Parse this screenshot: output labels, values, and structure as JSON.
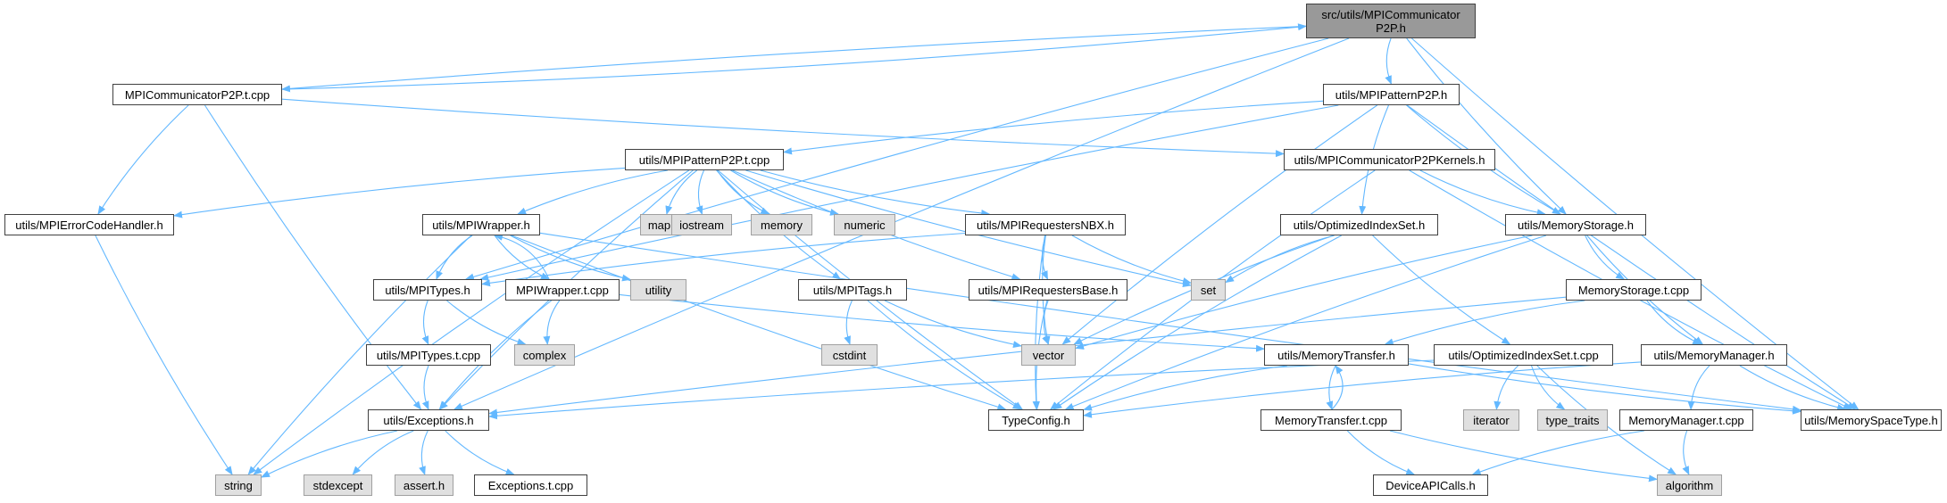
{
  "graph": {
    "edge_color": "#63b8ff",
    "root": "src/utils/MPICommunicator\nP2P.h",
    "nodes": {
      "root": "src/utils/MPICommunicator\nP2P.h",
      "mpicommp2p_tcpp": "MPICommunicatorP2P.t.cpp",
      "mpipatternp2p_h": "utils/MPIPatternP2P.h",
      "mpipatternp2p_tcpp": "utils/MPIPatternP2P.t.cpp",
      "mpicommp2pkernels_h": "utils/MPICommunicatorP2PKernels.h",
      "mpierrorcodehandler_h": "utils/MPIErrorCodeHandler.h",
      "mpiwrapper_h": "utils/MPIWrapper.h",
      "mpirequestersnbx_h": "utils/MPIRequestersNBX.h",
      "optimizedindexset_h": "utils/OptimizedIndexSet.h",
      "memorystorage_h": "utils/MemoryStorage.h",
      "mpitypes_h": "utils/MPITypes.h",
      "mpiwrapper_tcpp": "MPIWrapper.t.cpp",
      "mpitags_h": "utils/MPITags.h",
      "mpirequestersbase_h": "utils/MPIRequestersBase.h",
      "memorystorage_tcpp": "MemoryStorage.t.cpp",
      "mpitypes_tcpp": "utils/MPITypes.t.cpp",
      "memorytransfer_h": "utils/MemoryTransfer.h",
      "optimizedindexset_tcpp": "utils/OptimizedIndexSet.t.cpp",
      "memorymanager_h": "utils/MemoryManager.h",
      "exceptions_h": "utils/Exceptions.h",
      "typeconfig_h": "TypeConfig.h",
      "memorytransfer_tcpp": "MemoryTransfer.t.cpp",
      "memoryspacetype_h": "utils/MemorySpaceType.h",
      "memorymanager_tcpp": "MemoryManager.t.cpp",
      "exceptions_tcpp": "Exceptions.t.cpp",
      "deviceapicalls_h": "DeviceAPICalls.h",
      "sys_map": "map",
      "sys_iostream": "iostream",
      "sys_memory": "memory",
      "sys_numeric": "numeric",
      "sys_utility": "utility",
      "sys_set": "set",
      "sys_complex": "complex",
      "sys_cstdint": "cstdint",
      "sys_vector": "vector",
      "sys_iterator": "iterator",
      "sys_type_traits": "type_traits",
      "sys_string": "string",
      "sys_stdexcept": "stdexcept",
      "sys_assert_h": "assert.h",
      "sys_algorithm": "algorithm"
    },
    "edges": [
      [
        "root",
        "mpicommp2p_tcpp"
      ],
      [
        "mpicommp2p_tcpp",
        "root"
      ],
      [
        "root",
        "mpipatternp2p_h"
      ],
      [
        "root",
        "mpitypes_h"
      ],
      [
        "root",
        "memorystorage_h"
      ],
      [
        "root",
        "memoryspacetype_h"
      ],
      [
        "root",
        "exceptions_h"
      ],
      [
        "mpicommp2p_tcpp",
        "mpierrorcodehandler_h"
      ],
      [
        "mpicommp2p_tcpp",
        "exceptions_h"
      ],
      [
        "mpicommp2p_tcpp",
        "mpicommp2pkernels_h"
      ],
      [
        "mpipatternp2p_h",
        "mpipatternp2p_tcpp"
      ],
      [
        "mpipatternp2p_h",
        "mpitypes_h"
      ],
      [
        "mpipatternp2p_h",
        "optimizedindexset_h"
      ],
      [
        "mpipatternp2p_h",
        "memorystorage_h"
      ],
      [
        "mpipatternp2p_h",
        "sys_vector"
      ],
      [
        "mpipatternp2p_h",
        "memoryspacetype_h"
      ],
      [
        "mpipatternp2p_tcpp",
        "mpierrorcodehandler_h"
      ],
      [
        "mpipatternp2p_tcpp",
        "mpiwrapper_h"
      ],
      [
        "mpipatternp2p_tcpp",
        "sys_map"
      ],
      [
        "mpipatternp2p_tcpp",
        "sys_iostream"
      ],
      [
        "mpipatternp2p_tcpp",
        "sys_memory"
      ],
      [
        "mpipatternp2p_tcpp",
        "sys_numeric"
      ],
      [
        "mpipatternp2p_tcpp",
        "mpirequestersnbx_h"
      ],
      [
        "mpipatternp2p_tcpp",
        "sys_set"
      ],
      [
        "mpipatternp2p_tcpp",
        "mpitags_h"
      ],
      [
        "mpipatternp2p_tcpp",
        "mpirequestersbase_h"
      ],
      [
        "mpipatternp2p_tcpp",
        "sys_string"
      ],
      [
        "mpipatternp2p_tcpp",
        "exceptions_h"
      ],
      [
        "mpipatternp2p_tcpp",
        "typeconfig_h"
      ],
      [
        "mpicommp2pkernels_h",
        "memorystorage_h"
      ],
      [
        "mpicommp2pkernels_h",
        "typeconfig_h"
      ],
      [
        "mpicommp2pkernels_h",
        "memoryspacetype_h"
      ],
      [
        "mpierrorcodehandler_h",
        "sys_string"
      ],
      [
        "mpiwrapper_h",
        "mpitypes_h"
      ],
      [
        "mpiwrapper_h",
        "mpiwrapper_tcpp"
      ],
      [
        "mpiwrapper_tcpp",
        "mpiwrapper_h"
      ],
      [
        "mpiwrapper_h",
        "sys_utility"
      ],
      [
        "mpiwrapper_h",
        "sys_string"
      ],
      [
        "mpiwrapper_h",
        "typeconfig_h"
      ],
      [
        "mpiwrapper_h",
        "memoryspacetype_h"
      ],
      [
        "mpiwrapper_tcpp",
        "sys_complex"
      ],
      [
        "mpiwrapper_tcpp",
        "exceptions_h"
      ],
      [
        "mpiwrapper_tcpp",
        "memorytransfer_h"
      ],
      [
        "mpirequestersnbx_h",
        "mpitypes_h"
      ],
      [
        "mpirequestersnbx_h",
        "mpirequestersbase_h"
      ],
      [
        "mpirequestersnbx_h",
        "sys_set"
      ],
      [
        "mpirequestersnbx_h",
        "sys_vector"
      ],
      [
        "mpirequestersnbx_h",
        "typeconfig_h"
      ],
      [
        "mpitypes_h",
        "sys_complex"
      ],
      [
        "mpitypes_h",
        "mpitypes_tcpp"
      ],
      [
        "mpitypes_tcpp",
        "exceptions_h"
      ],
      [
        "mpitags_h",
        "sys_cstdint"
      ],
      [
        "mpitags_h",
        "sys_vector"
      ],
      [
        "mpitags_h",
        "typeconfig_h"
      ],
      [
        "mpirequestersbase_h",
        "sys_vector"
      ],
      [
        "mpirequestersbase_h",
        "typeconfig_h"
      ],
      [
        "optimizedindexset_h",
        "sys_set"
      ],
      [
        "optimizedindexset_h",
        "sys_vector"
      ],
      [
        "optimizedindexset_h",
        "typeconfig_h"
      ],
      [
        "optimizedindexset_h",
        "optimizedindexset_tcpp"
      ],
      [
        "optimizedindexset_tcpp",
        "sys_iterator"
      ],
      [
        "optimizedindexset_tcpp",
        "sys_type_traits"
      ],
      [
        "optimizedindexset_tcpp",
        "sys_algorithm"
      ],
      [
        "optimizedindexset_tcpp",
        "exceptions_h"
      ],
      [
        "memorystorage_h",
        "memorystorage_tcpp"
      ],
      [
        "memorystorage_h",
        "memorymanager_h"
      ],
      [
        "memorystorage_h",
        "sys_vector"
      ],
      [
        "memorystorage_h",
        "typeconfig_h"
      ],
      [
        "memorystorage_tcpp",
        "memorymanager_h"
      ],
      [
        "memorystorage_tcpp",
        "memorytransfer_h"
      ],
      [
        "memorystorage_tcpp",
        "exceptions_h"
      ],
      [
        "memorymanager_h",
        "memorymanager_tcpp"
      ],
      [
        "memorymanager_h",
        "memoryspacetype_h"
      ],
      [
        "memorymanager_h",
        "typeconfig_h"
      ],
      [
        "memorymanager_tcpp",
        "deviceapicalls_h"
      ],
      [
        "memorymanager_tcpp",
        "sys_algorithm"
      ],
      [
        "memorytransfer_h",
        "memorytransfer_tcpp"
      ],
      [
        "memorytransfer_tcpp",
        "memorytransfer_h"
      ],
      [
        "memorytransfer_h",
        "memoryspacetype_h"
      ],
      [
        "memorytransfer_h",
        "typeconfig_h"
      ],
      [
        "memorytransfer_tcpp",
        "deviceapicalls_h"
      ],
      [
        "memorytransfer_tcpp",
        "sys_algorithm"
      ],
      [
        "exceptions_h",
        "sys_string"
      ],
      [
        "exceptions_h",
        "sys_stdexcept"
      ],
      [
        "exceptions_h",
        "sys_assert_h"
      ],
      [
        "exceptions_h",
        "exceptions_tcpp"
      ]
    ]
  }
}
